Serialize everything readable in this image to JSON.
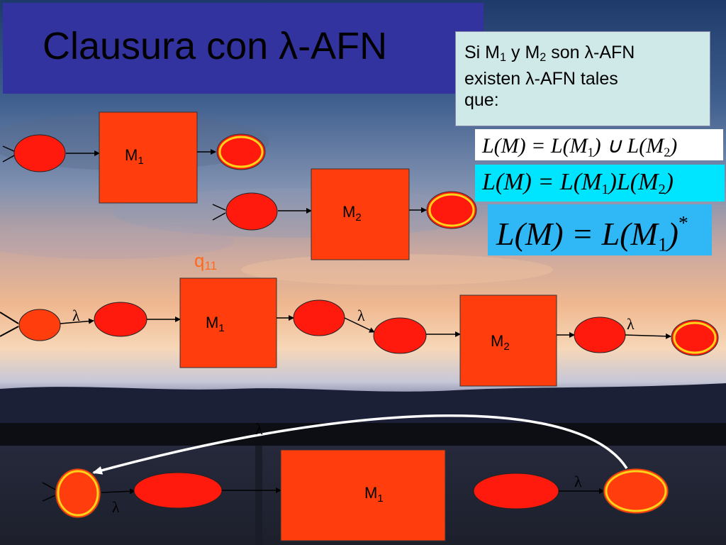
{
  "slide": {
    "title": "Clausura con λ-AFN",
    "info": {
      "line1_pre": "Si M",
      "line1_sub1": "1",
      "line1_mid": " y M",
      "line1_sub2": "2",
      "line1_post": " son λ-AFN",
      "line2": "existen λ-AFN tales",
      "line3": "que:"
    },
    "formulas": {
      "union": {
        "lhs": "L(M) = L(M",
        "i1": "1",
        "mid": ") ∪ L(M",
        "i2": "2",
        "end": ")"
      },
      "concat": {
        "lhs": "L(M) = L(M",
        "i1": "1",
        "mid": ")L(M",
        "i2": "2",
        "end": ")"
      },
      "star": {
        "lhs": "L(M) = L(M",
        "i1": "1",
        "end": ")",
        "sup": "*"
      }
    },
    "state_label": {
      "main": "q",
      "sub": "11"
    },
    "machines": {
      "m1": {
        "main": "M",
        "sub": "1"
      },
      "m2": {
        "main": "M",
        "sub": "2"
      }
    },
    "lambda": "λ"
  },
  "colors": {
    "title_bar": "#3333a0",
    "machine_box": "#ff3d0d",
    "state_fill": "#ff1a0d",
    "accept_ring": "#ffd21a",
    "info_box": "#cfe8e8",
    "formula_concat_bg": "#00e5ff",
    "formula_star_bg": "#2fb8f5"
  }
}
